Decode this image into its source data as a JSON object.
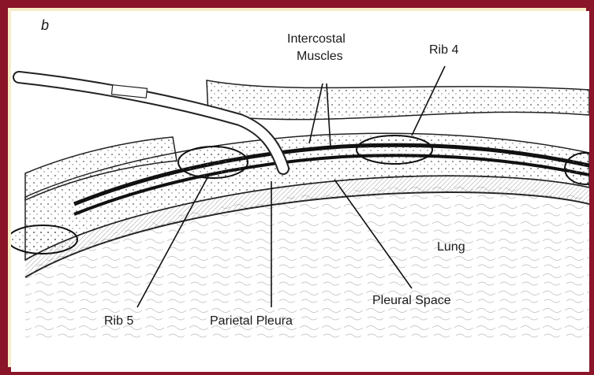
{
  "figure": {
    "panel_letter": "b",
    "frame_color": "#8a1428",
    "background_color": "#f7ecc6",
    "labels": {
      "intercostal_line1": "Intercostal",
      "intercostal_line2": "Muscles",
      "rib4": "Rib 4",
      "lung": "Lung",
      "pleural_space": "Pleural Space",
      "rib5": "Rib 5",
      "parietal_pleura": "Parietal Pleura"
    }
  }
}
